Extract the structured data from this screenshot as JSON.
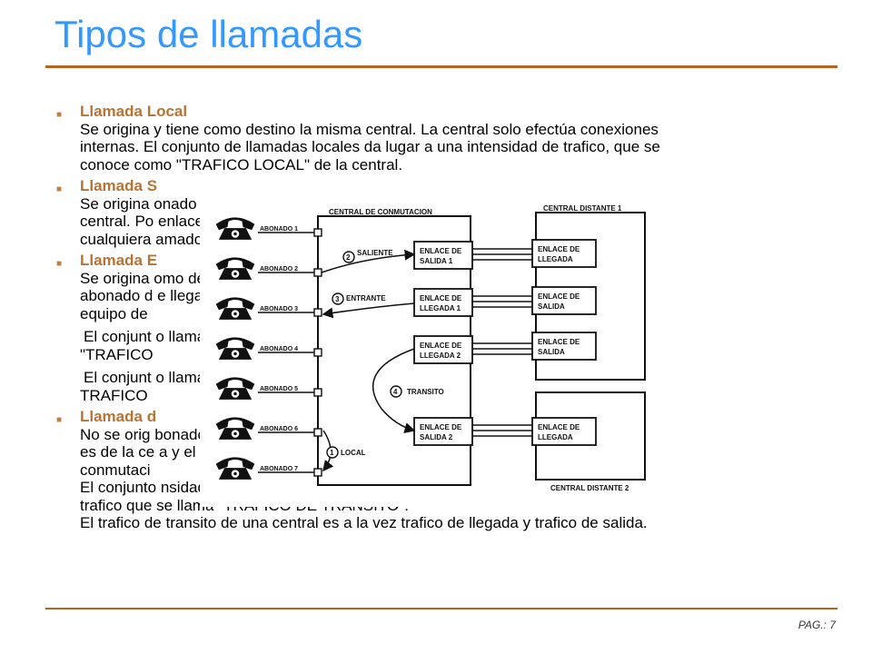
{
  "title": "Tipos de llamadas",
  "page_number": "PAG.: 7",
  "bullets": [
    {
      "heading": "Llamada Local",
      "lines": [
        "Se origina y tiene como destino la misma central. La central solo efectúa conexiones",
        "internas. El conjunto de llamadas locales da lugar a una intensidad de trafico, que se",
        "conoce como \"TRAFICO LOCAL\" de la central."
      ],
      "extra": []
    },
    {
      "heading": "Llamada S",
      "lines": [
        "Se origina                                                                                             onado de otra",
        "central. Po                                                                                           enlace de salida",
        "cualquiera                                                                                            amado."
      ],
      "extra": []
    },
    {
      "heading": "Llamada E",
      "lines": [
        "Se origina                                                                                           omo destino un",
        "abonado d                                                                                            e llegada y el",
        "equipo de"
      ],
      "extra": [
        "El conjunt                                                                                            o llamada",
        "\"TRAFICO",
        "El conjunt                                                                                            o llamada",
        "TRAFICO"
      ]
    },
    {
      "heading": "Llamada d",
      "lines": [
        "No se orig                                                                                           bonado que no",
        "es de la ce                                                                                          a y el equipo de",
        "conmutaci",
        "El conjunto                                                                                          nsidad de",
        "trafico que se llama \"TRAFICO DE TRANSITO\".",
        "El trafico de transito de una central es a la vez trafico de llegada y trafico de salida."
      ],
      "extra": []
    }
  ],
  "diagram": {
    "central_title": "CENTRAL DE CONMUTACION",
    "distant1_title": "CENTRAL DISTANTE 1",
    "distant2_title": "CENTRAL DISTANTE 2",
    "subscribers": [
      "ABONADO 1",
      "ABONADO 2",
      "ABONADO 3",
      "ABONADO 4",
      "ABONADO 5",
      "ABONADO 6",
      "ABONADO 7"
    ],
    "central_boxes": [
      [
        "ENLACE DE",
        "SALIDA 1"
      ],
      [
        "ENLACE DE",
        "LLEGADA 1"
      ],
      [
        "ENLACE DE",
        "LLEGADA 2"
      ],
      [
        "ENLACE DE",
        "SALIDA 2"
      ]
    ],
    "distant_boxes": [
      [
        "ENLACE DE",
        "LLEGADA"
      ],
      [
        "ENLACE DE",
        "SALIDA"
      ],
      [
        "ENLACE DE",
        "SALIDA"
      ],
      [
        "ENLACE DE",
        "LLEGADA"
      ]
    ],
    "routes": [
      {
        "num": "2",
        "label": "SALIENTE"
      },
      {
        "num": "3",
        "label": "ENTRANTE"
      },
      {
        "num": "4",
        "label": "TRANSITO"
      },
      {
        "num": "1",
        "label": "LOCAL"
      }
    ]
  }
}
